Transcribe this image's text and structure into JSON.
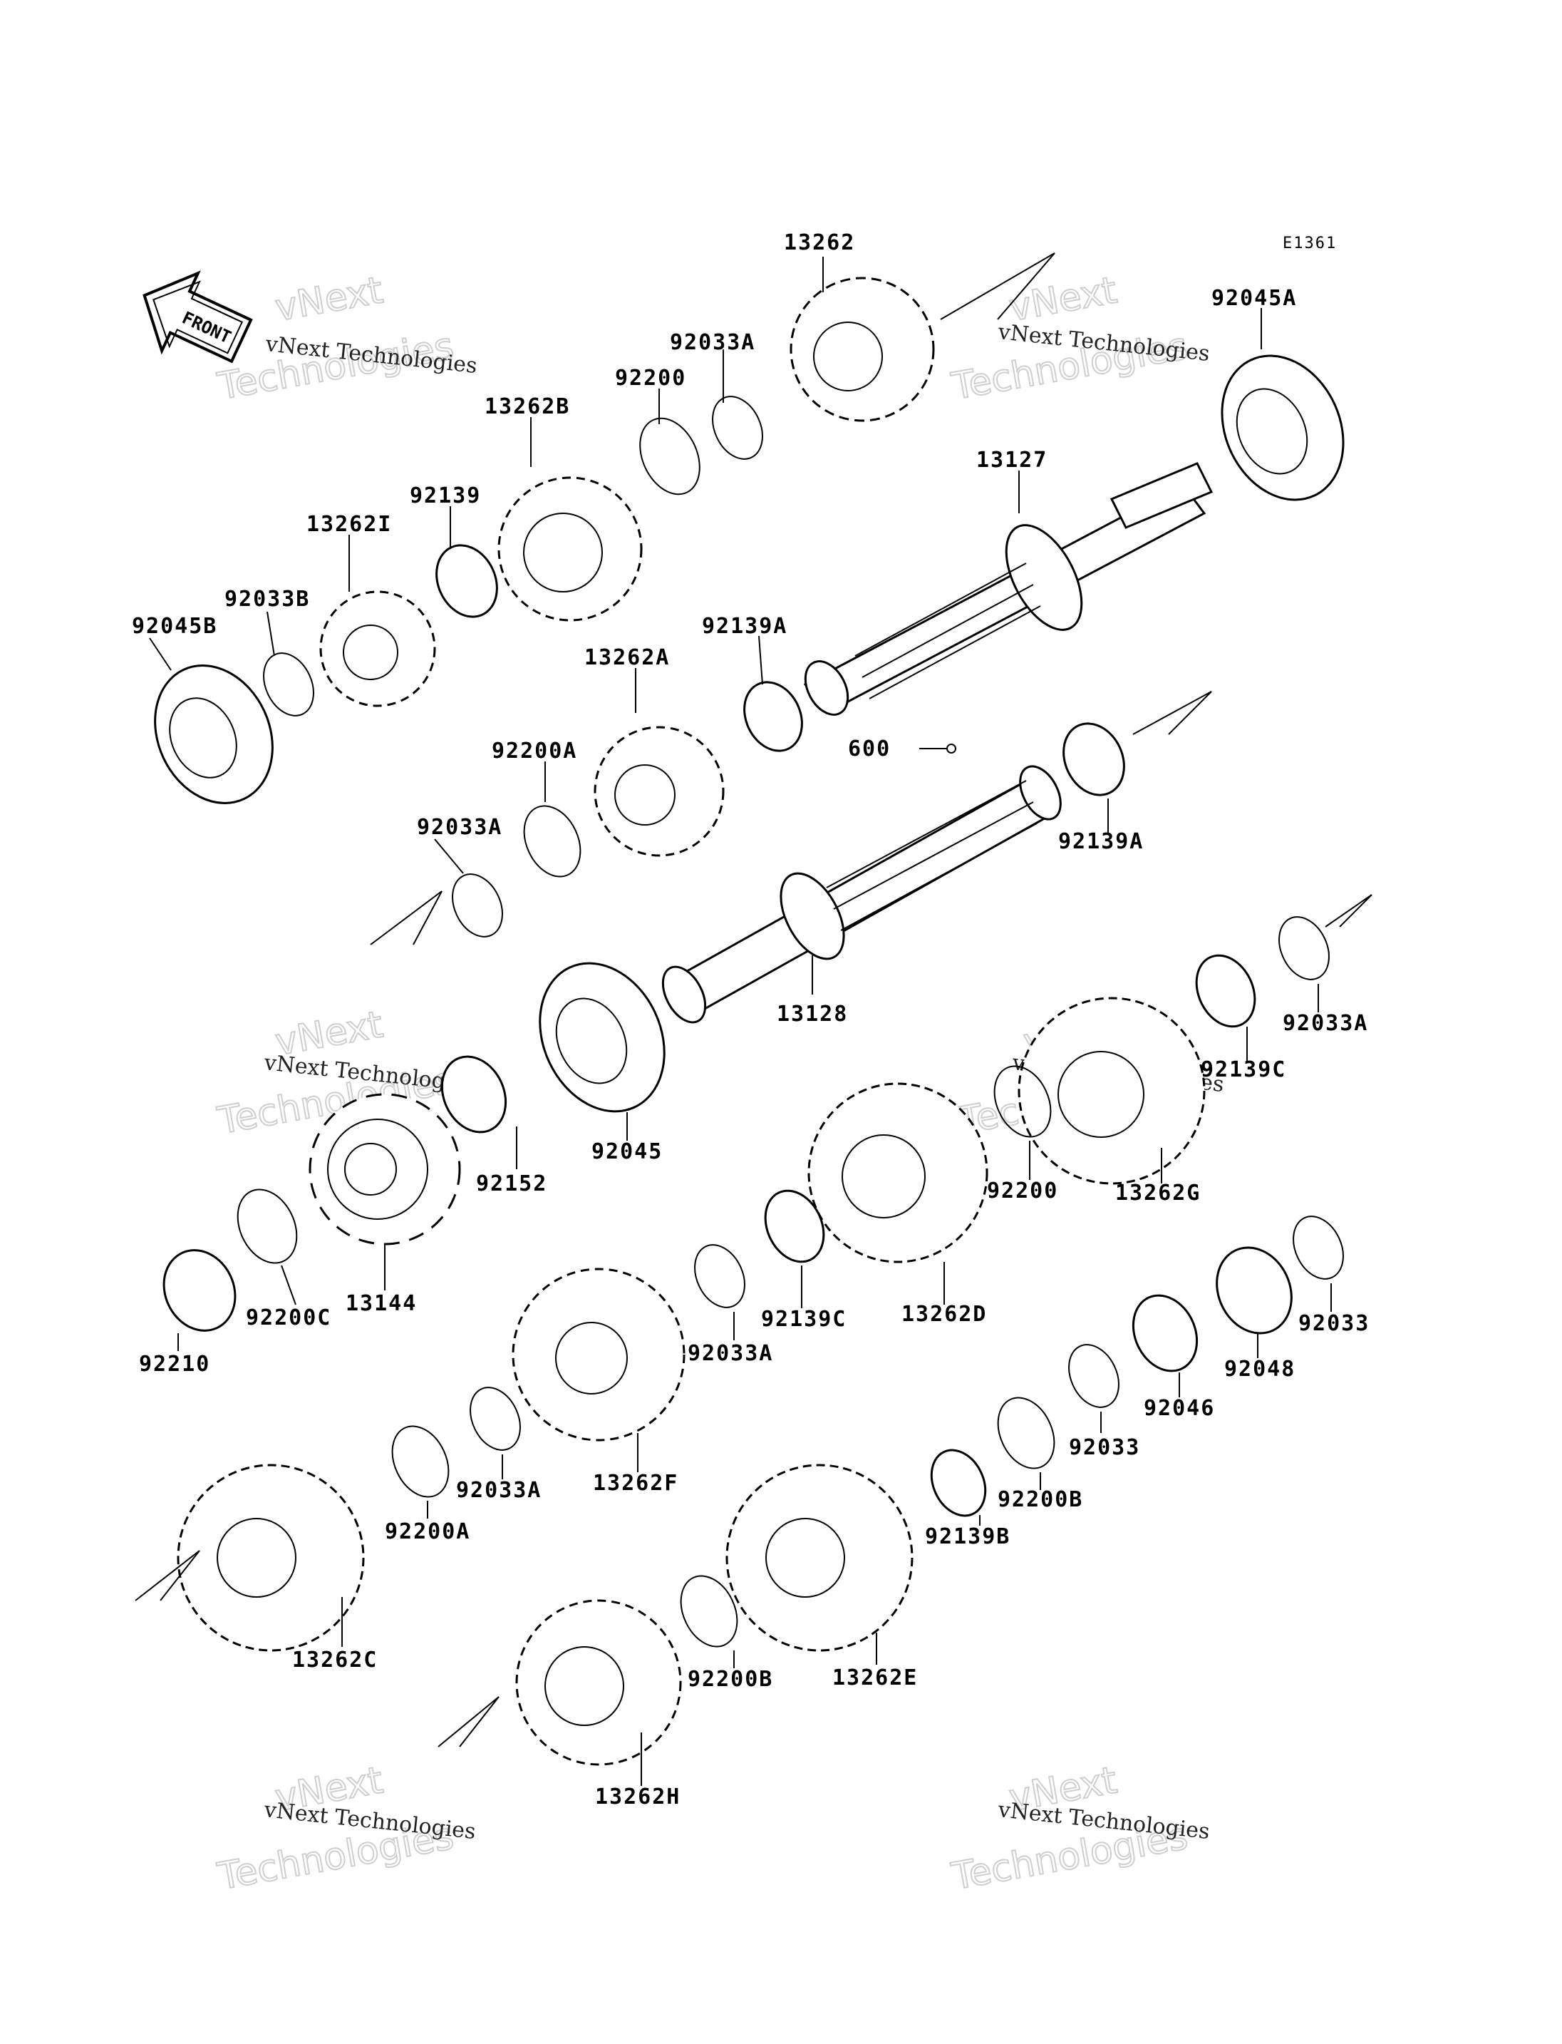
{
  "diagram": {
    "code": "E1361",
    "direction_label": "FRONT",
    "watermark": {
      "line1": "vNext",
      "line2": "Technologies",
      "small": "vNext Technologies"
    },
    "labels": [
      "13262",
      "92045A",
      "92033A",
      "92200",
      "13262B",
      "92139",
      "13127",
      "13262I",
      "92033B",
      "92045B",
      "92139A",
      "13262A",
      "92200A",
      "600",
      "92033A",
      "92139A",
      "13128",
      "92033A",
      "92139C",
      "92045",
      "92152",
      "92200",
      "13262G",
      "92200C",
      "13144",
      "92210",
      "13262D",
      "92139C",
      "92033A",
      "92033",
      "92048",
      "92046",
      "92033",
      "92200B",
      "92139B",
      "13262F",
      "92033A",
      "92200A",
      "13262C",
      "92200B",
      "13262E",
      "13262H"
    ]
  }
}
